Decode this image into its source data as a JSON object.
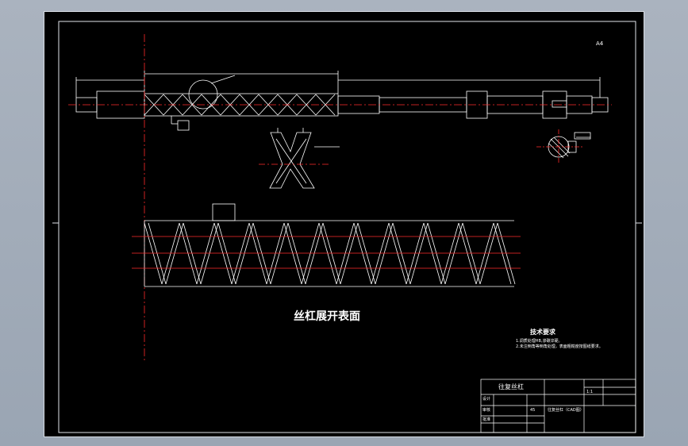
{
  "drawing": {
    "sheet_tag": "A4",
    "developed_surface_title": "丝杠展开表面",
    "requirements_title": "技术要求",
    "requirements": [
      "1.调质处理HB,渗碳淬硬。",
      "2.未注倒角等倒角处理，表面粗糙度按图纸要求。"
    ],
    "title_block": {
      "part_name": "往复丝杠",
      "scale": "1:1",
      "row_labels": [
        "设计",
        "审核",
        "批准"
      ],
      "material": "45",
      "note": "往复丝杠（CAD图）"
    }
  },
  "colors": {
    "background": "#000000",
    "lines": "#ffffff",
    "centerline": "#ff2a2a",
    "frame": "#dfe3ea"
  }
}
